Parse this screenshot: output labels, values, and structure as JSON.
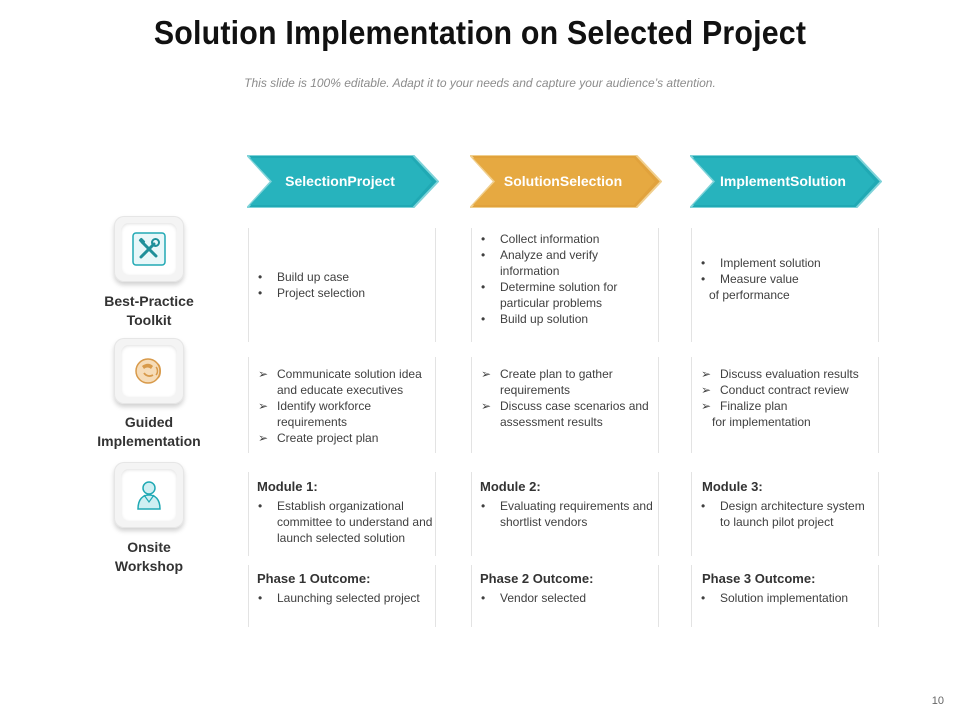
{
  "slide": {
    "title": "Solution Implementation on Selected Project",
    "subtitle": "This slide is 100% editable. Adapt it to your needs and capture your audience’s attention.",
    "page_number": "10"
  },
  "colors": {
    "teal": "#20a9b4",
    "gold": "#e1a23c"
  },
  "rows": [
    {
      "label_1": "Best-Practice",
      "label_2": "Toolkit",
      "icon": "tools-icon"
    },
    {
      "label_1": "Guided",
      "label_2": "Implementation",
      "icon": "headset-icon"
    },
    {
      "label_1": "Onsite",
      "label_2": "Workshop",
      "icon": "person-icon"
    }
  ],
  "columns": [
    {
      "header_1": "Selection",
      "header_2": "Project",
      "toolkit": [
        "Build up case",
        "Project selection"
      ],
      "guided": [
        "Communicate solution idea and educate executives",
        "Identify workforce requirements",
        "Create project plan"
      ],
      "module_title": "Module 1:",
      "module_items": [
        "Establish organizational committee to understand and launch selected solution"
      ],
      "outcome_title": "Phase 1 Outcome:",
      "outcome_items": [
        "Launching selected project"
      ]
    },
    {
      "header_1": "Solution",
      "header_2": "Selection",
      "toolkit": [
        "Collect information",
        "Analyze and verify information",
        "Determine solution for particular problems",
        "Build up solution"
      ],
      "guided": [
        "Create plan to gather requirements",
        "Discuss case scenarios and assessment results"
      ],
      "module_title": "Module 2:",
      "module_items": [
        "Evaluating requirements and shortlist vendors"
      ],
      "outcome_title": "Phase 2 Outcome:",
      "outcome_items": [
        "Vendor selected"
      ]
    },
    {
      "header_1": "Implement",
      "header_2": "Solution",
      "toolkit": [
        "Implement solution",
        "Measure value"
      ],
      "toolkit_tail": "of performance",
      "guided": [
        "Discuss evaluation results",
        "Conduct contract review",
        "Finalize plan"
      ],
      "guided_tail": "for implementation",
      "module_title": "Module 3:",
      "module_items": [
        "Design architecture system to launch pilot project"
      ],
      "outcome_title": "Phase 3 Outcome:",
      "outcome_items": [
        "Solution implementation"
      ]
    }
  ]
}
